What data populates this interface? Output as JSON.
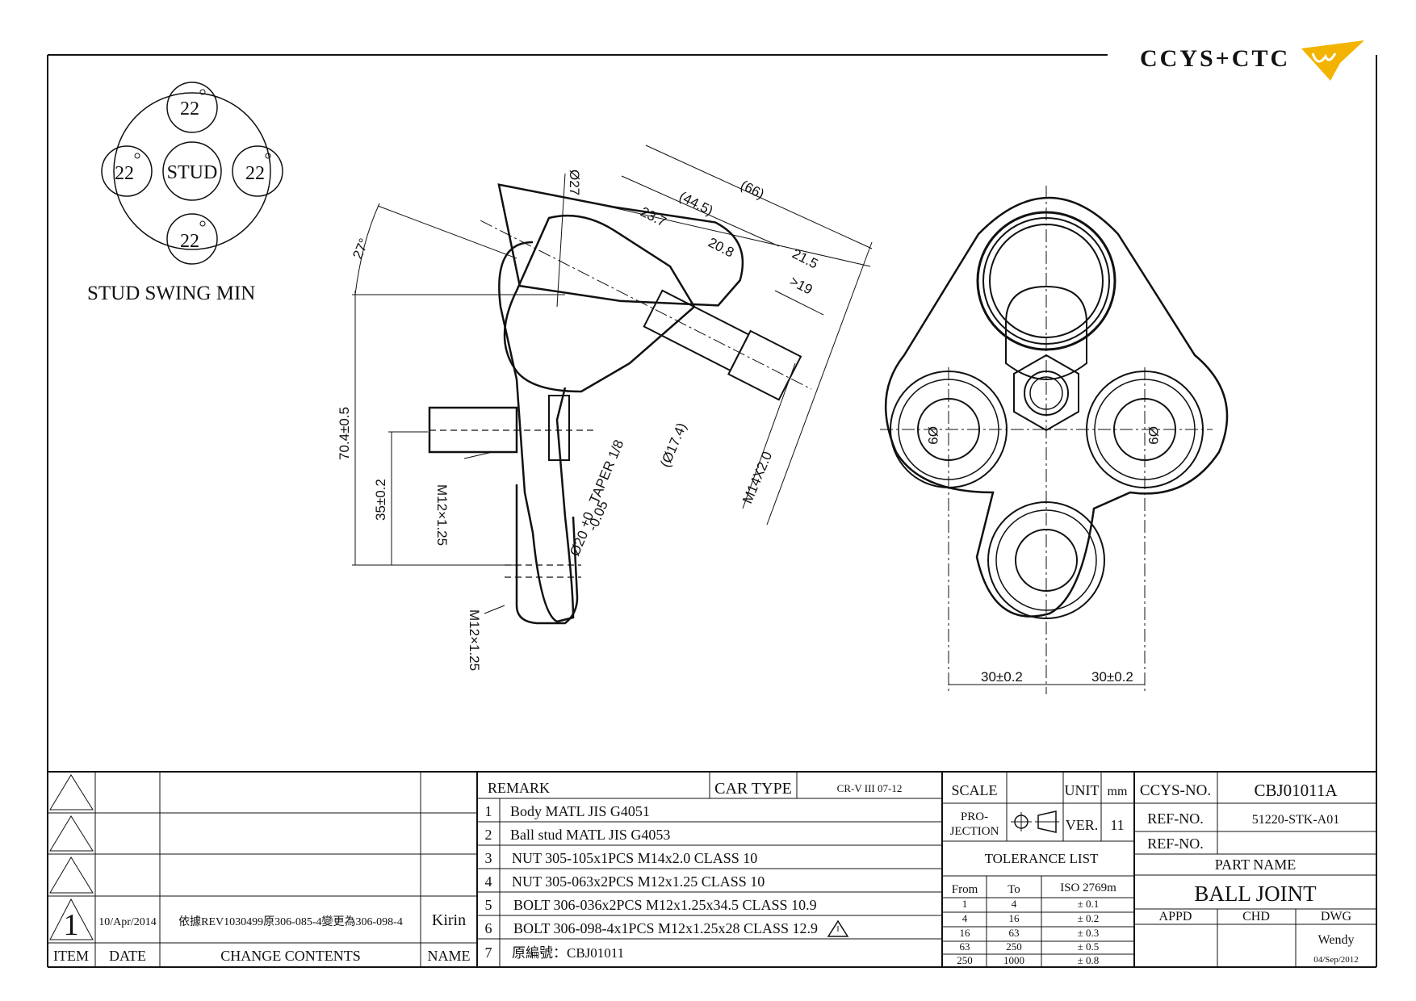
{
  "brand": {
    "logo_text": "CCYS+CTC",
    "accent": "#f2b400",
    "logo_gray": "#777777"
  },
  "swing": {
    "top": "22",
    "left": "22",
    "right": "22",
    "bottom": "22",
    "center": "STUD",
    "caption": "STUD SWING MIN"
  },
  "side_view": {
    "angle": "27°",
    "d27": "Ø27",
    "d66": "(66)",
    "d44": "(44.5)",
    "d23": "23.7",
    "d20": "20.8",
    "d21": "21.5",
    "d19": ">19",
    "h70": "70.4±0.5",
    "h35": "35±0.2",
    "m12a": "M12×1.25",
    "m12b": "M12×1.25",
    "taper": "TAPER 1/8",
    "d20taper": "Ø20",
    "d20tol_up": "+0",
    "d20tol_dn": "-0.05",
    "d174": "(Ø17.4)",
    "m14": "M14X2.0"
  },
  "top_view": {
    "w_left": "30±0.2",
    "w_right": "30±0.2",
    "hole_label": "Ø9"
  },
  "revision": {
    "rows": [
      {
        "item": "",
        "date": "",
        "change": "",
        "name": ""
      },
      {
        "item": "",
        "date": "",
        "change": "",
        "name": ""
      },
      {
        "item": "",
        "date": "",
        "change": "",
        "name": ""
      },
      {
        "item": "1",
        "date": "10/Apr/2014",
        "change": "依據REV1030499原306-085-4變更為306-098-4",
        "name": "Kirin"
      }
    ],
    "headers": {
      "item": "ITEM",
      "date": "DATE",
      "change": "CHANGE CONTENTS",
      "name": "NAME"
    }
  },
  "remarks": {
    "header": "REMARK",
    "car_type_label": "CAR TYPE",
    "car_type": "CR-V III 07-12",
    "items": [
      {
        "no": "1",
        "text": "Body MATL JIS G4051"
      },
      {
        "no": "2",
        "text": "Ball stud MATL JIS G4053"
      },
      {
        "no": "3",
        "text": "NUT 305-105x1PCS M14x2.0 CLASS 10"
      },
      {
        "no": "4",
        "text": "NUT 305-063x2PCS M12x1.25 CLASS 10"
      },
      {
        "no": "5",
        "text": "BOLT 306-036x2PCS M12x1.25x34.5 CLASS 10.9"
      },
      {
        "no": "6",
        "text": "BOLT 306-098-4x1PCS M12x1.25x28 CLASS 12.9"
      },
      {
        "no": "7",
        "text": "原編號：CBJ01011"
      }
    ]
  },
  "spec": {
    "scale_label": "SCALE",
    "unit_label": "UNIT",
    "unit": "mm",
    "projection_label_1": "PRO-",
    "projection_label_2": "JECTION",
    "ver_label": "VER.",
    "ver": "11",
    "tolerance_title": "TOLERANCE LIST",
    "tol_headers": {
      "from": "From",
      "to": "To",
      "iso": "ISO 2769m"
    },
    "tol_rows": [
      {
        "from": "1",
        "to": "4",
        "tol": "± 0.1"
      },
      {
        "from": "4",
        "to": "16",
        "tol": "± 0.2"
      },
      {
        "from": "16",
        "to": "63",
        "tol": "± 0.3"
      },
      {
        "from": "63",
        "to": "250",
        "tol": "± 0.5"
      },
      {
        "from": "250",
        "to": "1000",
        "tol": "± 0.8"
      }
    ]
  },
  "title": {
    "ccys_label": "CCYS-NO.",
    "ccys_no": "CBJ01011A",
    "ref_label": "REF-NO.",
    "ref_no": "51220-STK-A01",
    "ref_label2": "REF-NO.",
    "ref_no2": "",
    "part_name_label": "PART NAME",
    "part_name": "BALL JOINT",
    "appd": "APPD",
    "chd": "CHD",
    "dwg": "DWG",
    "drawer": "Wendy",
    "date": "04/Sep/2012"
  }
}
